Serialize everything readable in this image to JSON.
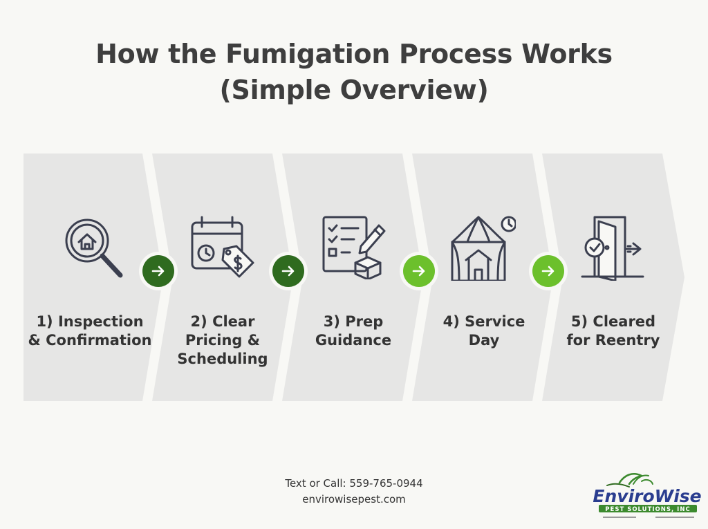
{
  "title": {
    "line1": "How the Fumigation Process Works",
    "line2": "(Simple Overview)"
  },
  "steps": [
    {
      "icon": "magnifier-house-icon",
      "label_lines": [
        "1) Inspection",
        "& Confirmation"
      ]
    },
    {
      "icon": "calendar-price-tag-icon",
      "label_lines": [
        "2) Clear",
        "Pricing &",
        "Scheduling"
      ]
    },
    {
      "icon": "checklist-pencil-box-icon",
      "label_lines": [
        "3) Prep",
        "Guidance"
      ]
    },
    {
      "icon": "tented-house-clock-icon",
      "label_lines": [
        "4) Service",
        "Day"
      ]
    },
    {
      "icon": "open-door-check-icon",
      "label_lines": [
        "5) Cleared",
        "for Reentry"
      ]
    }
  ],
  "arrow_colors": [
    "#2f6b1f",
    "#2f6b1f",
    "#6cc02c",
    "#6cc02c"
  ],
  "contact": {
    "line1": "Text or Call: 559-765-0944",
    "line2": "envirowisepest.com"
  },
  "logo": {
    "wordmark": "EnviroWise",
    "tagline": "PEST SOLUTIONS, INC"
  }
}
